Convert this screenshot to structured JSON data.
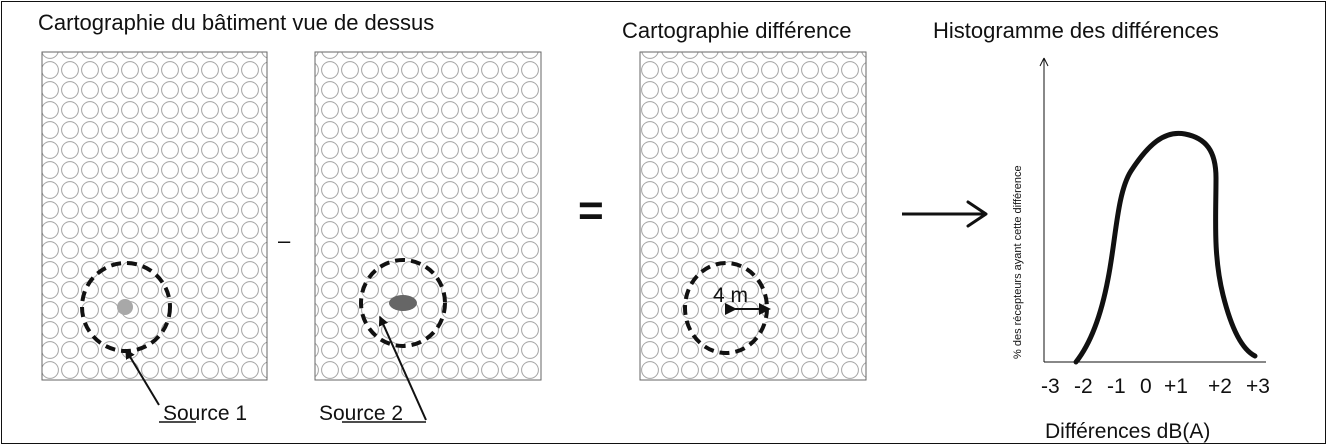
{
  "titles": {
    "building_map": "Cartographie du bâtiment vue de dessus",
    "difference_map": "Cartographie différence",
    "histogram": "Histogramme des différences"
  },
  "operators": {
    "minus": "–",
    "equals": "=",
    "arrow": "→"
  },
  "labels": {
    "source1": "Source 1",
    "source2": "Source 2",
    "radius": "4 m"
  },
  "histogram": {
    "y_label": "% des récepteurs ayant cette différence",
    "x_ticks": [
      "-3",
      "-2",
      "-1",
      "0",
      "+1",
      "+2",
      "+3"
    ],
    "x_label": "Différences dB(A)"
  },
  "colors": {
    "grid_stroke": "#a4a4a4",
    "panel_border": "#666666",
    "ink": "#111111",
    "source1_fill": "#a8a8a8",
    "source2_fill": "#666666"
  }
}
